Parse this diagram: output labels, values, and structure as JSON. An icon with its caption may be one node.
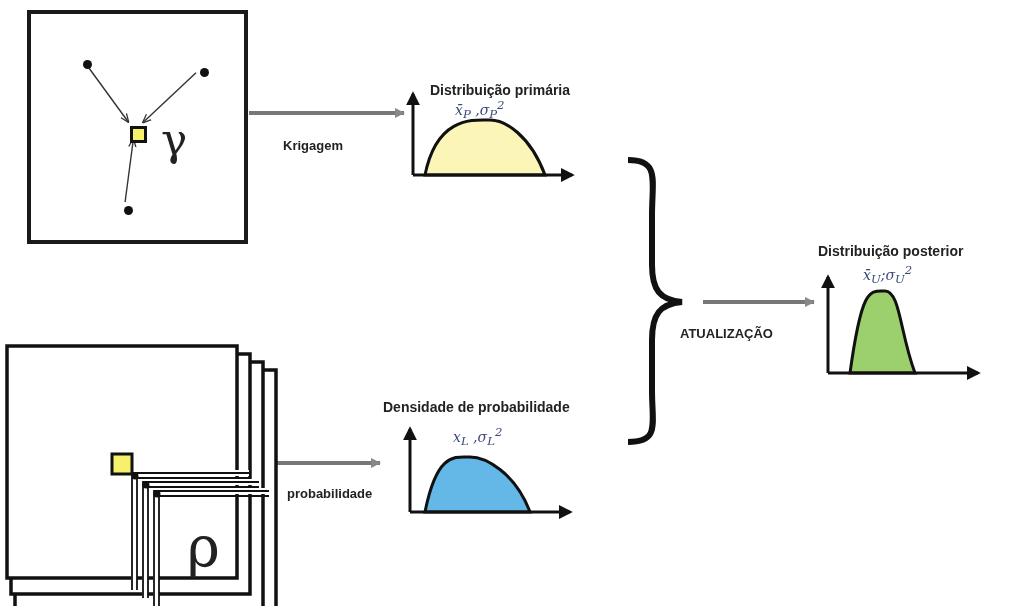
{
  "diagram": {
    "nodes": [
      {
        "text": [
          "γ"
        ]
      },
      {
        "text": [],
        "shape": "circle",
        "in": 0
      },
      {
        "text": [],
        "shape": "circle",
        "in": 0
      },
      {
        "text": [],
        "shape": "box",
        "in": 0
      },
      {
        "text": [],
        "shape": "circle",
        "in": 0
      },
      {
        "text": [
          "Distribuição primária",
          "x̄$_{P}$ ,σ$_{P}$$^{2}$"
        ]
      },
      {
        "text": [
          "ρ"
        ]
      },
      {
        "text": [
          "Densidade de probabilidade",
          "x$_{L}$ ,σ$_{L}$$^{2}$"
        ]
      },
      {
        "text": [
          "Distribuição posterior",
          "x̄$_{U}$;σ$_{U}$$^{2}$"
        ]
      }
    ],
    "edges": [
      {
        "from": 1,
        "to": 3,
        "arrow": "to"
      },
      {
        "from": 2,
        "to": 3,
        "arrow": "to"
      },
      {
        "from": 4,
        "to": 3,
        "arrow": "to"
      },
      {
        "from": 0,
        "to": 5,
        "arrow": "to",
        "label": "Krigagem",
        "style": "thick"
      },
      {
        "from": 6,
        "to": 7,
        "arrow": "to",
        "label": "probabilidade",
        "style": "thick"
      },
      {
        "from": null,
        "to": 8,
        "arrow": "to",
        "label": "ATUALIZAÇÃO",
        "style": "thick"
      }
    ]
  }
}
